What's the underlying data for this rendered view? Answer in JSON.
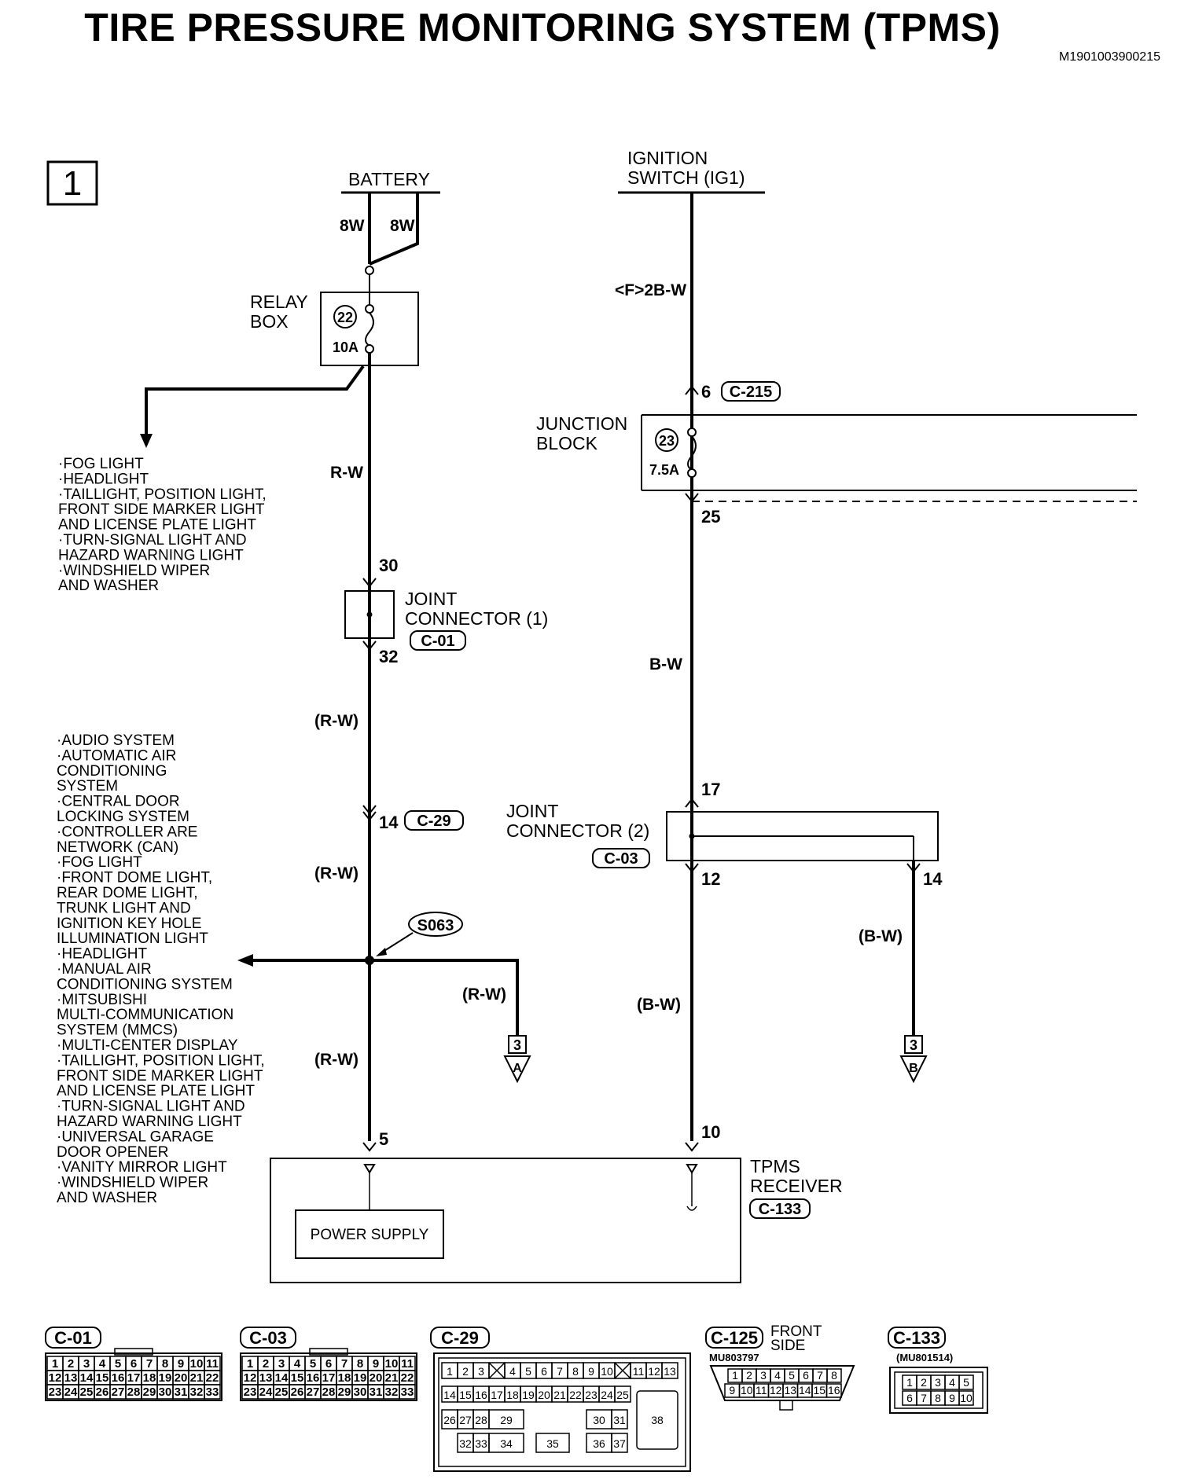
{
  "title": "TIRE PRESSURE MONITORING SYSTEM (TPMS)",
  "doc_id": "M1901003900215",
  "page_number": "1",
  "labels": {
    "battery": "BATTERY",
    "ignition_line1": "IGNITION",
    "ignition_line2": "SWITCH (IG1)",
    "relay_line1": "RELAY",
    "relay_line2": "BOX",
    "fuse22_num": "22",
    "fuse22_amp": "10A",
    "junction_line1": "JUNCTION",
    "junction_line2": "BLOCK",
    "fuse23_num": "23",
    "fuse23_amp": "7.5A",
    "jc1_line1": "JOINT",
    "jc1_line2": "CONNECTOR (1)",
    "jc1_code": "C-01",
    "jc2_line1": "JOINT",
    "jc2_line2": "CONNECTOR (2)",
    "jc2_code": "C-03",
    "c215_code": "C-215",
    "c29_code": "C-29",
    "splice": "S063",
    "tpms_line1": "TPMS",
    "tpms_line2": "RECEIVER",
    "tpms_code": "C-133",
    "power_supply": "POWER SUPPLY"
  },
  "wires": {
    "w8w_left": "8W",
    "w8w_right": "8W",
    "f2bw": "<F>2B-W",
    "rw1": "R-W",
    "rw2": "(R-W)",
    "rw3": "(R-W)",
    "rw4": "(R-W)",
    "rw_branch": "(R-W)",
    "bw1": "B-W",
    "bw2": "(B-W)",
    "bw_branch": "(B-W)"
  },
  "pins": {
    "p6": "6",
    "p25": "25",
    "p30": "30",
    "p32": "32",
    "p14": "14",
    "p17": "17",
    "p12": "12",
    "p14b": "14",
    "p5": "5",
    "p10": "10"
  },
  "offpage": {
    "a_page": "3",
    "a_letter": "A",
    "b_page": "3",
    "b_letter": "B"
  },
  "list_top": [
    "·FOG LIGHT",
    "·HEADLIGHT",
    "·TAILLIGHT, POSITION LIGHT,",
    " FRONT SIDE MARKER LIGHT",
    " AND LICENSE PLATE LIGHT",
    "·TURN-SIGNAL LIGHT AND",
    " HAZARD WARNING LIGHT",
    "·WINDSHIELD WIPER",
    " AND WASHER"
  ],
  "list_bottom": [
    "·AUDIO SYSTEM",
    "·AUTOMATIC AIR",
    " CONDITIONING",
    " SYSTEM",
    "·CENTRAL DOOR",
    " LOCKING SYSTEM",
    "·CONTROLLER ARE",
    " NETWORK (CAN)",
    "·FOG LIGHT",
    "·FRONT DOME LIGHT,",
    " REAR DOME LIGHT,",
    " TRUNK LIGHT AND",
    " IGNITION KEY HOLE",
    " ILLUMINATION LIGHT",
    "·HEADLIGHT",
    "·MANUAL AIR",
    " CONDITIONING SYSTEM",
    "·MITSUBISHI",
    " MULTI-COMMUNICATION",
    " SYSTEM (MMCS)",
    "·MULTI-CENTER DISPLAY",
    "·TAILLIGHT, POSITION LIGHT,",
    " FRONT SIDE MARKER LIGHT",
    " AND LICENSE PLATE LIGHT",
    "·TURN-SIGNAL LIGHT AND",
    " HAZARD WARNING LIGHT",
    "·UNIVERSAL GARAGE",
    " DOOR OPENER",
    "·VANITY MIRROR LIGHT",
    "·WINDSHIELD WIPER",
    " AND WASHER"
  ],
  "connectors": {
    "c01": {
      "code": "C-01",
      "rows": [
        [
          "1",
          "2",
          "3",
          "4",
          "5",
          "6",
          "7",
          "8",
          "9",
          "10",
          "11"
        ],
        [
          "12",
          "13",
          "14",
          "15",
          "16",
          "17",
          "18",
          "19",
          "20",
          "21",
          "22"
        ],
        [
          "23",
          "24",
          "25",
          "26",
          "27",
          "28",
          "29",
          "30",
          "31",
          "32",
          "33"
        ]
      ]
    },
    "c03": {
      "code": "C-03",
      "rows": [
        [
          "1",
          "2",
          "3",
          "4",
          "5",
          "6",
          "7",
          "8",
          "9",
          "10",
          "11"
        ],
        [
          "12",
          "13",
          "14",
          "15",
          "16",
          "17",
          "18",
          "19",
          "20",
          "21",
          "22"
        ],
        [
          "23",
          "24",
          "25",
          "26",
          "27",
          "28",
          "29",
          "30",
          "31",
          "32",
          "33"
        ]
      ]
    },
    "c29": {
      "code": "C-29",
      "row1": [
        "1",
        "2",
        "3",
        "X",
        "4",
        "5",
        "6",
        "7",
        "8",
        "9",
        "10",
        "X",
        "11",
        "12",
        "13"
      ],
      "row2": [
        "14",
        "15",
        "16",
        "17",
        "18",
        "19",
        "20",
        "21",
        "22",
        "23",
        "24",
        "25"
      ],
      "row3": [
        "26",
        "27",
        "28",
        "29",
        "30",
        "31"
      ],
      "row4": [
        "32",
        "33",
        "34",
        "35",
        "36",
        "37"
      ],
      "big": "38"
    },
    "c125": {
      "code": "C-125",
      "note_line1": "FRONT",
      "note_line2": "SIDE",
      "part": "MU803797",
      "row1": [
        "1",
        "2",
        "3",
        "4",
        "5",
        "6",
        "7",
        "8"
      ],
      "row2": [
        "9",
        "10",
        "11",
        "12",
        "13",
        "14",
        "15",
        "16"
      ]
    },
    "c133": {
      "code": "C-133",
      "part": "(MU801514)",
      "row1": [
        "1",
        "2",
        "3",
        "4",
        "5"
      ],
      "row2": [
        "6",
        "7",
        "8",
        "9",
        "10"
      ]
    }
  }
}
